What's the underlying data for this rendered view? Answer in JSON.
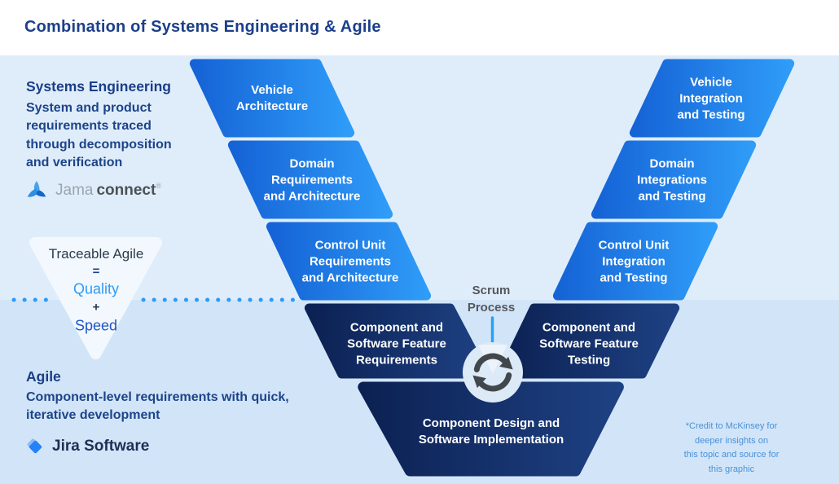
{
  "title": "Combination of Systems Engineering & Agile",
  "systems_engineering": {
    "heading": "Systems Engineering",
    "description": "System and product\nrequirements traced\nthrough decomposition\nand verification",
    "logo": {
      "word1": "Jama",
      "word2": "connect",
      "reg_mark": "®"
    }
  },
  "traceable_agile": {
    "title": "Traceable Agile",
    "equals": "=",
    "quality": "Quality",
    "plus": "+",
    "speed": "Speed"
  },
  "agile": {
    "heading": "Agile",
    "description": "Component-level requirements with quick,\niterative development",
    "logo": {
      "label": "Jira Software"
    }
  },
  "vmodel": {
    "scrum_label": "Scrum\nProcess",
    "segments": [
      {
        "id": "vehicle-architecture",
        "label": "Vehicle\nArchitecture"
      },
      {
        "id": "domain-requirements-architecture",
        "label": "Domain\nRequirements\nand Architecture"
      },
      {
        "id": "control-unit-requirements-architecture",
        "label": "Control Unit\nRequirements\nand Architecture"
      },
      {
        "id": "component-software-feature-requirements",
        "label": "Component and\nSoftware Feature\nRequirements"
      },
      {
        "id": "component-design-software-implementation",
        "label": "Component Design and\nSoftware Implementation"
      },
      {
        "id": "component-software-feature-testing",
        "label": "Component and\nSoftware Feature\nTesting"
      },
      {
        "id": "control-unit-integration-testing",
        "label": "Control Unit\nIntegration\nand Testing"
      },
      {
        "id": "domain-integrations-testing",
        "label": "Domain\nIntegrations\nand Testing"
      },
      {
        "id": "vehicle-integration-testing",
        "label": "Vehicle\nIntegration\nand Testing"
      }
    ]
  },
  "credit": "*Credit to McKinsey for deeper insights on\nthis topic and source for this graphic",
  "colors": {
    "title_text": "#1c3f8a",
    "band_top": "#dfedfb",
    "band_bottom": "#d2e5f8",
    "blue_segment_start": "#1563d6",
    "blue_segment_end": "#2f9cf8",
    "navy_segment_start": "#0c2153",
    "navy_segment_end": "#1e4183",
    "dotted_line": "#2e9af5",
    "quality_text": "#2f9bf6",
    "speed_text": "#1e56c8",
    "scrum_text": "#54585d",
    "credit_text": "#4a90d8"
  }
}
